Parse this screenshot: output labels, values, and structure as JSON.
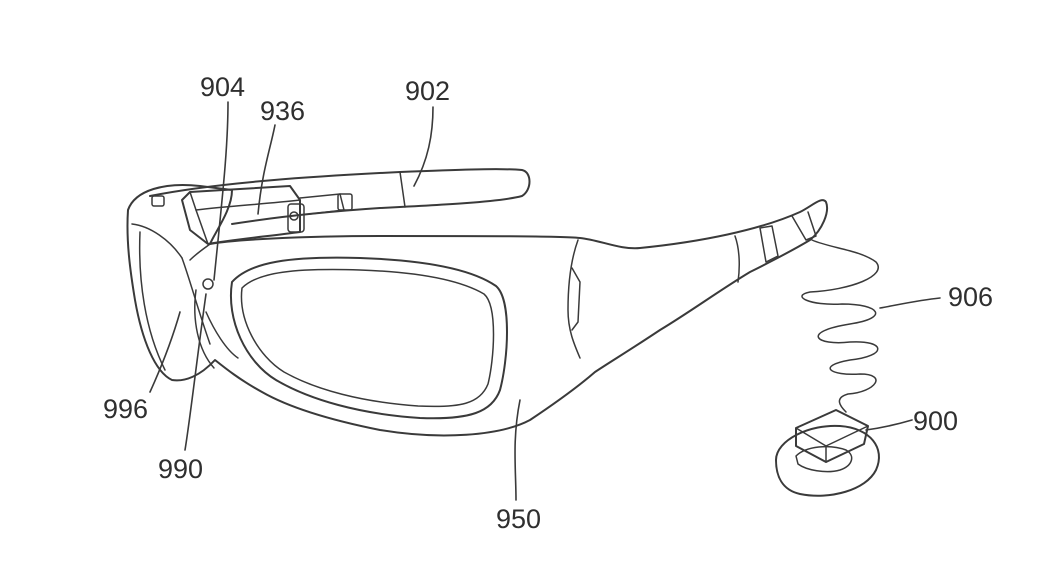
{
  "figure": {
    "labels": {
      "l904": "904",
      "l936": "936",
      "l902": "902",
      "l906": "906",
      "l996": "996",
      "l990": "990",
      "l950": "950",
      "l900": "900"
    }
  },
  "colors": {
    "stroke": "#3a3a3a",
    "text": "#2f2f2f",
    "background": "#ffffff"
  }
}
